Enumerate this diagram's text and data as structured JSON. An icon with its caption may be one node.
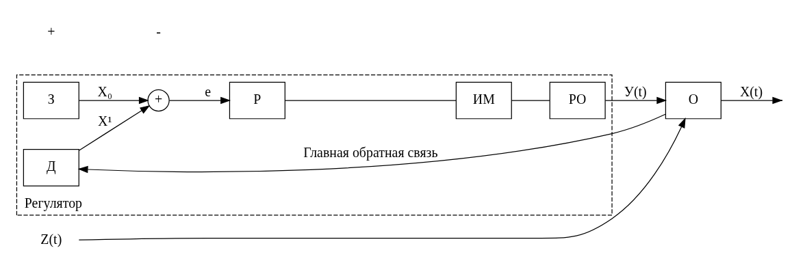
{
  "diagram": {
    "nodes": [
      {
        "text": [
          "Регулятор"
        ]
      },
      {
        "text": [
          "З"
        ],
        "in": 0
      },
      {
        "text": [
          "+"
        ],
        "in": 0
      },
      {
        "text": [
          "Р"
        ],
        "in": 0
      },
      {
        "text": [
          "ИМ"
        ],
        "in": 0
      },
      {
        "text": [
          "РО"
        ],
        "in": 0
      },
      {
        "text": [
          "Д"
        ],
        "in": 0
      },
      {
        "text": [
          "О"
        ]
      },
      {
        "text": [
          "Z(t)"
        ]
      }
    ],
    "edges": [
      {
        "from": 1,
        "to": 2,
        "arrow": "to",
        "label": "X₀"
      },
      {
        "from": 2,
        "to": 3,
        "arrow": "to",
        "label": "e"
      },
      {
        "from": 3,
        "to": 4,
        "arrow": "none"
      },
      {
        "from": 4,
        "to": 5,
        "arrow": "none"
      },
      {
        "from": 5,
        "to": 7,
        "arrow": "to",
        "label": "У(t)"
      },
      {
        "from": 8,
        "to": 7,
        "arrow": "to"
      },
      {
        "from": 7,
        "to": null,
        "arrow": "to",
        "label": "X(t)"
      },
      {
        "from": 7,
        "to": 6,
        "arrow": "to",
        "label": "Главная обратная связь"
      },
      {
        "from": 6,
        "to": 2,
        "arrow": "to",
        "label": "X¹"
      }
    ],
    "labels": [
      "+",
      "-"
    ]
  }
}
